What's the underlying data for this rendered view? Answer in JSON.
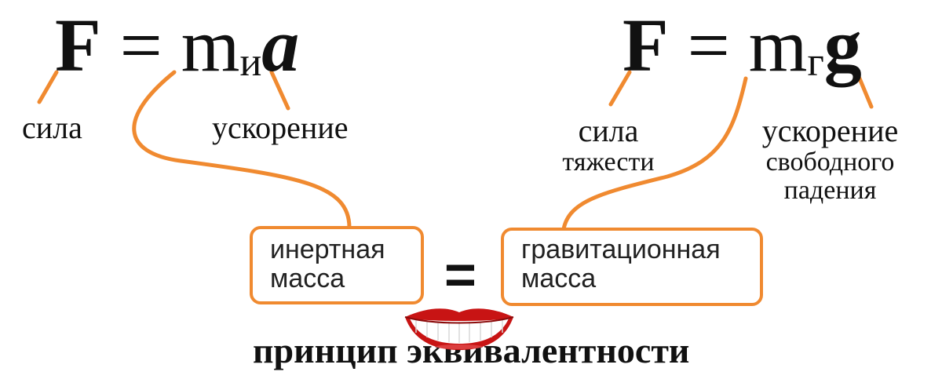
{
  "left_formula": {
    "F": "F",
    "eq": "=",
    "m": "m",
    "sub": "и",
    "acc": "a"
  },
  "right_formula": {
    "F": "F",
    "eq": "=",
    "m": "m",
    "sub": "г",
    "acc": "g"
  },
  "left_labels": {
    "force": "сила",
    "accel": "ускорение"
  },
  "right_labels": {
    "force_line1": "сила",
    "force_line2": "тяжести",
    "accel_line1": "ускорение",
    "accel_line2": "свободного",
    "accel_line3": "падения"
  },
  "inertial_box": {
    "line1": "инертная",
    "line2": "масса"
  },
  "equals": "=",
  "gravitational_box": {
    "line1": "гравитационная",
    "line2": "масса"
  },
  "principle": "принцип эквивалентности",
  "colors": {
    "connector": "#f08a30",
    "lips": "#d01818"
  },
  "icons": {
    "lips": "lips-icon"
  }
}
